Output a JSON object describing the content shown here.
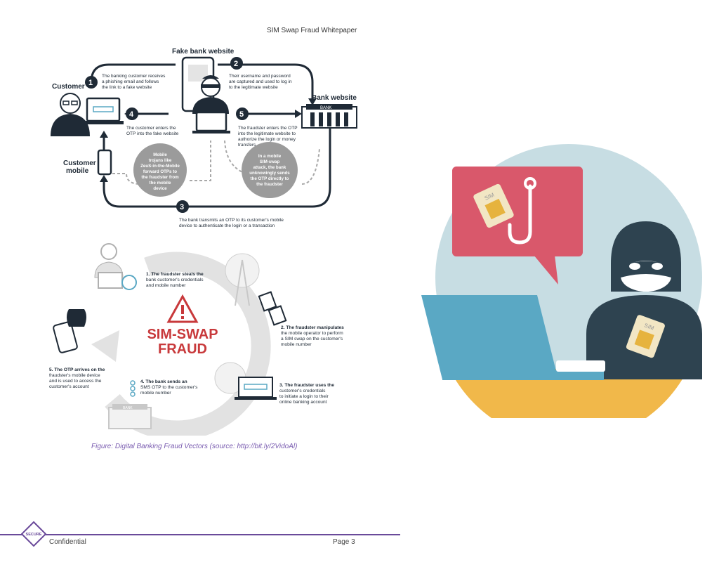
{
  "header": {
    "title": "SIM Swap Fraud Whitepaper"
  },
  "diagram": {
    "fake_bank_label": "Fake bank website",
    "customer_label": "Customer",
    "bank_label": "Bank website",
    "customer_mobile_label_1": "Customer",
    "customer_mobile_label_2": "mobile",
    "bank_sign": "BANK",
    "steps": [
      {
        "num": "1",
        "lines": [
          "The banking customer receives",
          "a phishing email and follows",
          "the link to a fake website"
        ]
      },
      {
        "num": "2",
        "lines": [
          "Their username and password",
          "are captured and used to log in",
          "to the legitimate website"
        ]
      },
      {
        "num": "3",
        "lines": [
          "The bank transmits an OTP to its customer's mobile",
          "device to authenticate the login or a transaction"
        ]
      },
      {
        "num": "4",
        "lines": [
          "The customer enters the",
          "OTP into the fake website"
        ]
      },
      {
        "num": "5",
        "lines": [
          "The fraudster enters the OTP",
          "into the legitimate website to",
          "authorize the login or money",
          "transfers"
        ]
      }
    ],
    "bubble_left": [
      "Mobile",
      "trojans like",
      "ZeuS-in-the-Mobile",
      "forward OTPs to",
      "the fraudster from",
      "the mobile",
      "device"
    ],
    "bubble_right": [
      "In a mobile",
      "SIM-swap",
      "attack, the bank",
      "unknowingly sends",
      "the OTP directly to",
      "the fraudster"
    ]
  },
  "cycle": {
    "title_line1": "SIM-SWAP",
    "title_line2": "FRAUD",
    "bank_sign": "BANK",
    "steps": [
      {
        "lines": [
          "1. The fraudster steals the",
          "bank customer's credentials",
          "and mobile number"
        ]
      },
      {
        "lines": [
          "2. The fraudster manipulates",
          "the mobile operator to perform",
          "a SIM swap on the customer's",
          "mobile number"
        ]
      },
      {
        "lines": [
          "3. The fraudster uses the",
          "customer's credentials",
          "to initiate a login to their",
          "online banking account"
        ]
      },
      {
        "lines": [
          "4. The bank sends an",
          "SMS OTP to the customer's",
          "mobile number"
        ]
      },
      {
        "lines": [
          "5. The OTP arrives on the",
          "fraudster's mobile device",
          "and is used to access the",
          "customer's account"
        ]
      }
    ]
  },
  "caption": "Figure: Digital Banking Fraud Vectors (source: http://bit.ly/2VidoAl)",
  "illustration": {
    "sim_label": "SIM"
  },
  "footer": {
    "badge_text": "SECURE",
    "left": "Confidential",
    "right": "Page 3"
  },
  "colors": {
    "navy": "#1f2a36",
    "grey": "#a8a8a8",
    "accent_red": "#c8393b",
    "purple": "#6a4a9a",
    "circle_bg": "#c7dde3",
    "bubble_red": "#d9586b",
    "laptop_blue": "#5aa8c4",
    "desk_yellow": "#f1b84a",
    "hacker_dark": "#2e4350"
  }
}
